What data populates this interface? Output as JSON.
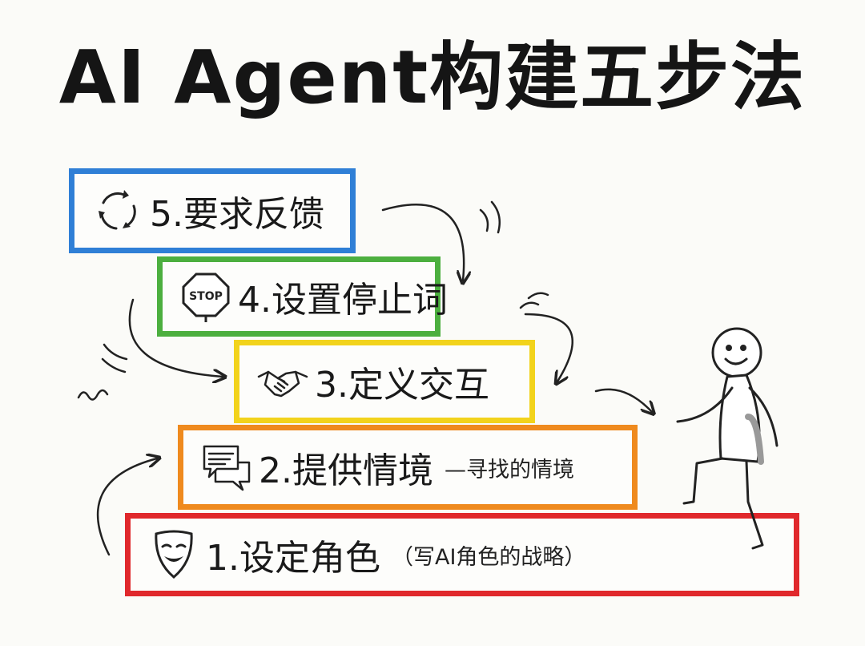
{
  "title": "AI Agent构建五步法",
  "steps": [
    {
      "label": "5.要求反馈",
      "icon": "cycle-arrows-icon",
      "color": "#2f7fd6"
    },
    {
      "label": "4.设置停止词",
      "icon": "stop-sign-icon",
      "icon_text": "STOP",
      "color": "#4caf3f"
    },
    {
      "label": "3.定义交互",
      "icon": "handshake-icon",
      "color": "#f2d31c"
    },
    {
      "label": "2.提供情境",
      "note": "—寻找的情境",
      "icon": "speech-bubbles-icon",
      "color": "#ef8a1e"
    },
    {
      "label": "1.设定角色",
      "note": "（写AI角色的战略）",
      "icon": "theater-mask-icon",
      "color": "#e0282c"
    }
  ]
}
